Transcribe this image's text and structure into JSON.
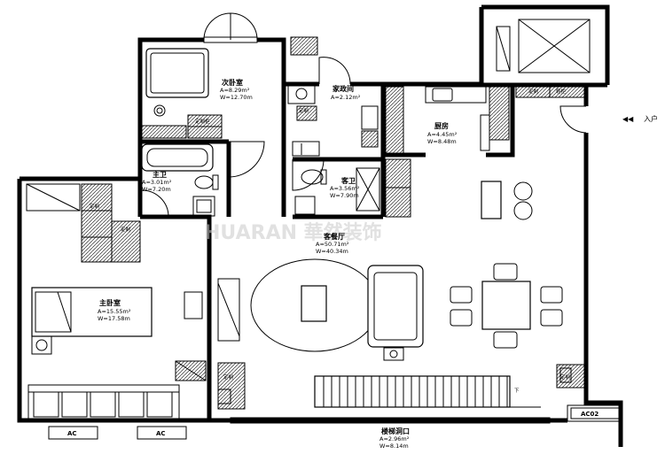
{
  "watermark": "HUARAN 華然装饰",
  "entrance": {
    "arrow": "◀◀",
    "label": "入户"
  },
  "rooms": {
    "second_bedroom": {
      "name": "次卧室",
      "area_a": "A=8.29m²",
      "area_w": "W=12.70m"
    },
    "laundry": {
      "name": "家政间",
      "area_a": "A=2.12m²"
    },
    "kitchen": {
      "name": "厨房",
      "area_a": "A=4.45m²",
      "area_w": "W=8.48m"
    },
    "master_bath": {
      "name": "主卫",
      "area_a": "A=3.01m²",
      "area_w": "W=7.20m"
    },
    "guest_bath": {
      "name": "客卫",
      "area_a": "A=3.56m²",
      "area_w": "W=7.90m"
    },
    "living_dining": {
      "name": "客餐厅",
      "area_a": "A=50.71m²",
      "area_w": "W=40.34m"
    },
    "master_bedroom": {
      "name": "主卧室",
      "area_a": "A=15.55m²",
      "area_w": "W=17.58m"
    },
    "stair_opening": {
      "name": "楼梯洞口",
      "area_a": "A=2.96m²",
      "area_w": "W=8.14m"
    }
  },
  "tags": {
    "custom": "定制",
    "custom_cabinet": "定制柜",
    "shoe_cabinet": "鞋柜",
    "down": "下",
    "ac_left": "AC",
    "ac_right": "AC",
    "ac_box": "AC02"
  }
}
